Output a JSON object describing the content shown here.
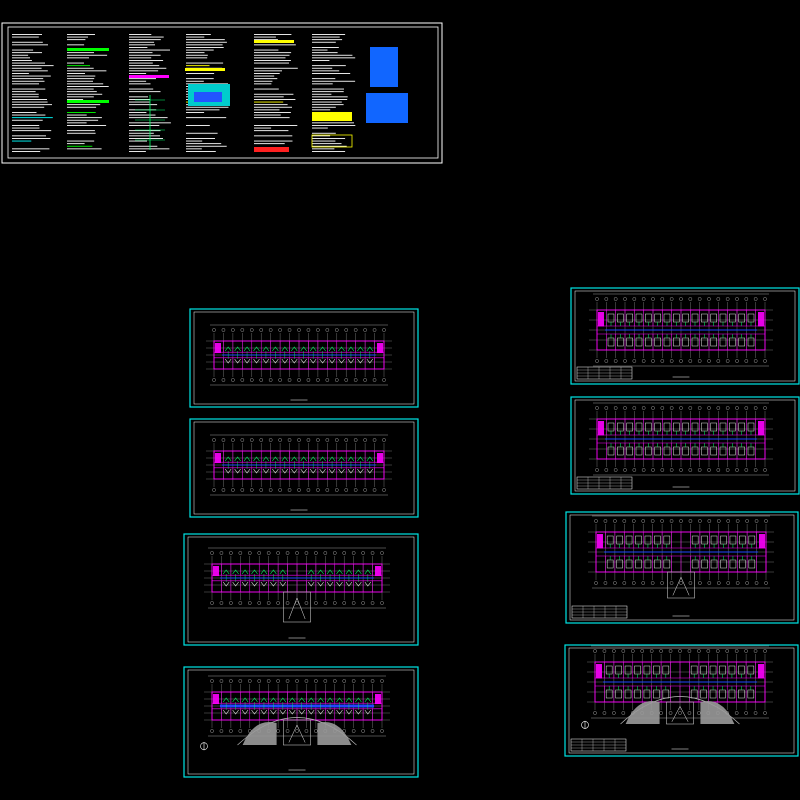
{
  "viewer": {
    "background": "#000000"
  },
  "colors": {
    "frame_white": "#ffffff",
    "frame_cyan": "#00e5e5",
    "wall_magenta": "#ff00ff",
    "axis_gray": "#bdbdbd",
    "fixture_green": "#00ff66",
    "fixture_white": "#e8e8e8",
    "pipe_blue": "#2244ff",
    "highlight_yellow": "#ffff00",
    "highlight_red": "#ff2020",
    "table_blue": "#1166ff",
    "note_green": "#00ff00",
    "note_cyan": "#00ffff"
  },
  "sheets": {
    "notes_sheet": {
      "name": "design-notes-sheet",
      "frame": "white"
    },
    "left_plans": [
      {
        "name": "plan-left-1",
        "variant": "corridor"
      },
      {
        "name": "plan-left-2",
        "variant": "corridor"
      },
      {
        "name": "plan-left-3",
        "variant": "stair"
      },
      {
        "name": "plan-left-4",
        "variant": "ground"
      }
    ],
    "right_plans": [
      {
        "name": "plan-right-1",
        "variant": "rooms"
      },
      {
        "name": "plan-right-2",
        "variant": "rooms"
      },
      {
        "name": "plan-right-3",
        "variant": "rooms-stair"
      },
      {
        "name": "plan-right-4",
        "variant": "rooms-ground"
      }
    ]
  },
  "icons": {
    "north_arrow": "north-arrow-icon",
    "title_block": "title-block-icon"
  }
}
